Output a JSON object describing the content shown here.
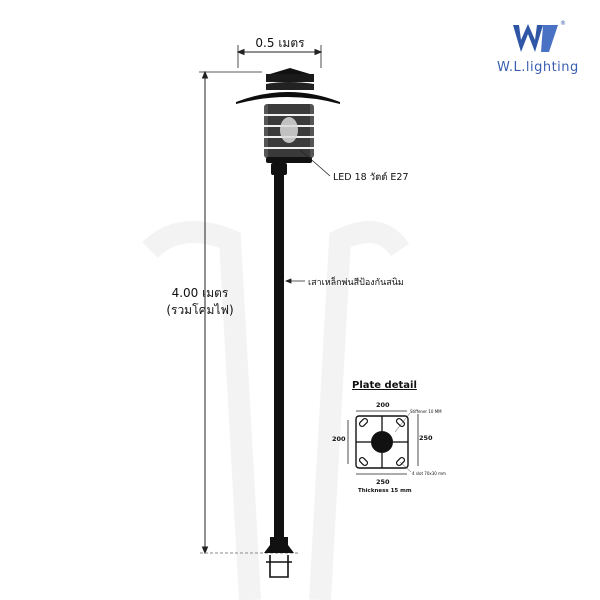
{
  "brand": {
    "name": "W.L.lighting",
    "logo_letter": "W",
    "registered_mark": "®",
    "color": "#2f56a6"
  },
  "dimensions": {
    "width": "0.5 เมตร",
    "height_line1": "4.00 เมตร",
    "height_line2": "(รวมโคมไฟ)"
  },
  "callouts": {
    "lamp": "LED 18 วัตต์ E27",
    "pole": "เสาเหล็กพ่นสีป้องกันสนิม"
  },
  "plate_detail": {
    "title": "Plate detail",
    "top_dim": "200",
    "left_dim": "200",
    "right_dim": "250",
    "bottom_dim": "250",
    "stiffener_note": "Stiffener 10 MM",
    "slot_note": "4 slot 70x30 mm",
    "thickness": "Thickness 15 mm"
  },
  "colors": {
    "pole": "#111111",
    "dimension_line": "#222222",
    "ground": "#888888"
  }
}
